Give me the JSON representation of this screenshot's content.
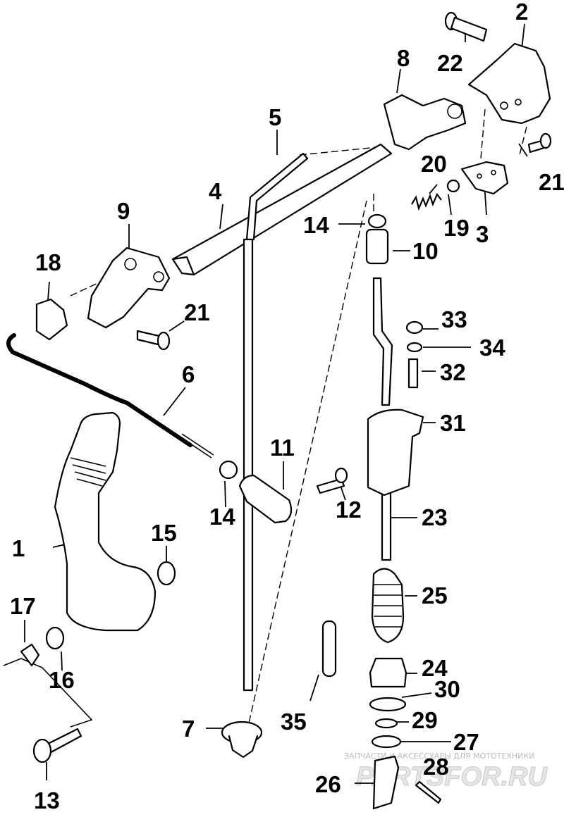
{
  "callouts": [
    {
      "id": "c1",
      "label": "1"
    },
    {
      "id": "c2",
      "label": "2"
    },
    {
      "id": "c3",
      "label": "3"
    },
    {
      "id": "c4",
      "label": "4"
    },
    {
      "id": "c5",
      "label": "5"
    },
    {
      "id": "c6",
      "label": "6"
    },
    {
      "id": "c7",
      "label": "7"
    },
    {
      "id": "c8",
      "label": "8"
    },
    {
      "id": "c9",
      "label": "9"
    },
    {
      "id": "c10",
      "label": "10"
    },
    {
      "id": "c11",
      "label": "11"
    },
    {
      "id": "c12",
      "label": "12"
    },
    {
      "id": "c13",
      "label": "13"
    },
    {
      "id": "c14a",
      "label": "14"
    },
    {
      "id": "c14b",
      "label": "14"
    },
    {
      "id": "c15",
      "label": "15"
    },
    {
      "id": "c16",
      "label": "16"
    },
    {
      "id": "c17",
      "label": "17"
    },
    {
      "id": "c18",
      "label": "18"
    },
    {
      "id": "c19",
      "label": "19"
    },
    {
      "id": "c20",
      "label": "20"
    },
    {
      "id": "c21a",
      "label": "21"
    },
    {
      "id": "c21b",
      "label": "21"
    },
    {
      "id": "c22",
      "label": "22"
    },
    {
      "id": "c23",
      "label": "23"
    },
    {
      "id": "c24",
      "label": "24"
    },
    {
      "id": "c25",
      "label": "25"
    },
    {
      "id": "c26",
      "label": "26"
    },
    {
      "id": "c27",
      "label": "27"
    },
    {
      "id": "c28",
      "label": "28"
    },
    {
      "id": "c29",
      "label": "29"
    },
    {
      "id": "c30",
      "label": "30"
    },
    {
      "id": "c31",
      "label": "31"
    },
    {
      "id": "c32",
      "label": "32"
    },
    {
      "id": "c33",
      "label": "33"
    },
    {
      "id": "c34",
      "label": "34"
    },
    {
      "id": "c35",
      "label": "35"
    }
  ],
  "watermark": {
    "tagline": "ЗАПЧАСТИ И АКСЕССУАРЫ ДЛЯ МОТОТЕХНИКИ",
    "brand": "PARTSFOR.RU"
  }
}
